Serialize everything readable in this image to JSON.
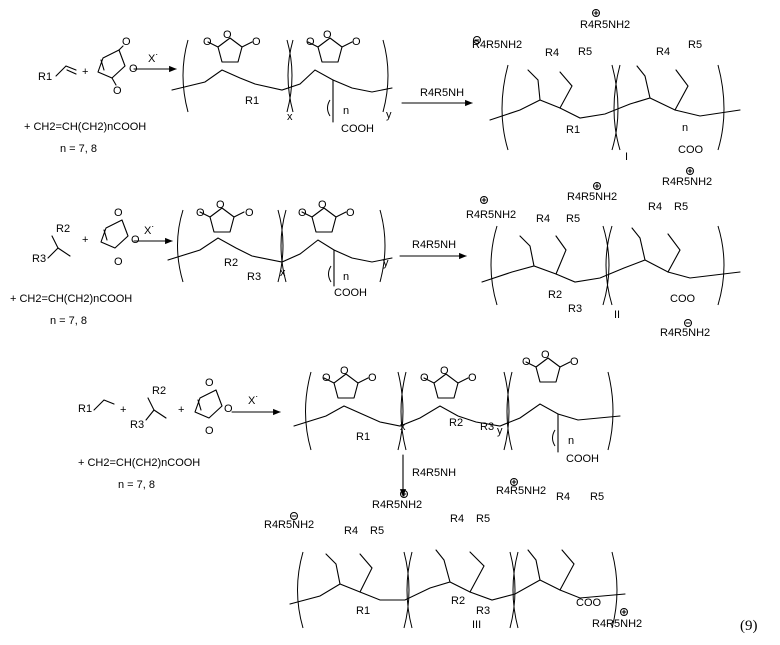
{
  "scheme": {
    "equation_number": "(9)",
    "row1": {
      "monomer_label": "R1",
      "conditions_top": "X˙",
      "comonomer": "+ CH2=CH(CH2)nCOOH",
      "n_values": "n = 7, 8",
      "amine_reagent": "R4R5NH",
      "product_label": "I",
      "polymer_labels": [
        "R1",
        "COOH",
        "n",
        "x",
        "y"
      ],
      "product_groups": [
        "R4R5NH2",
        "R4",
        "R5",
        "R4",
        "R5",
        "R1",
        "COO",
        "n",
        "R4R5NH2",
        "R4R5NH2"
      ]
    },
    "row2": {
      "monomer_labels": [
        "R2",
        "R3"
      ],
      "conditions_top": "X˙",
      "comonomer": "+ CH2=CH(CH2)nCOOH",
      "n_values": "n = 7, 8",
      "amine_reagent": "R4R5NH",
      "product_label": "II",
      "polymer_labels": [
        "R2",
        "R3",
        "COOH",
        "n",
        "x",
        "y"
      ],
      "product_groups": [
        "R4R5NH2",
        "R4R5NH2",
        "R4",
        "R5",
        "R4",
        "R5",
        "R2",
        "R3",
        "COO",
        "R4R5NH2"
      ]
    },
    "row3": {
      "monomer_labels": [
        "R1",
        "R2",
        "R3"
      ],
      "conditions_top": "X˙",
      "comonomer": "+ CH2=CH(CH2)nCOOH",
      "n_values": "n = 7, 8",
      "amine_reagent": "R4R5NH",
      "product_label": "III",
      "polymer_labels": [
        "R1",
        "R2",
        "R3",
        "COOH",
        "n",
        "x",
        "y"
      ],
      "product_groups": [
        "R4R5NH2",
        "R4R5NH2",
        "R4R5NH2",
        "R4",
        "R5",
        "R4",
        "R5",
        "R4",
        "R5",
        "R1",
        "R2",
        "R3",
        "COO",
        "R4R5NH2"
      ]
    }
  }
}
